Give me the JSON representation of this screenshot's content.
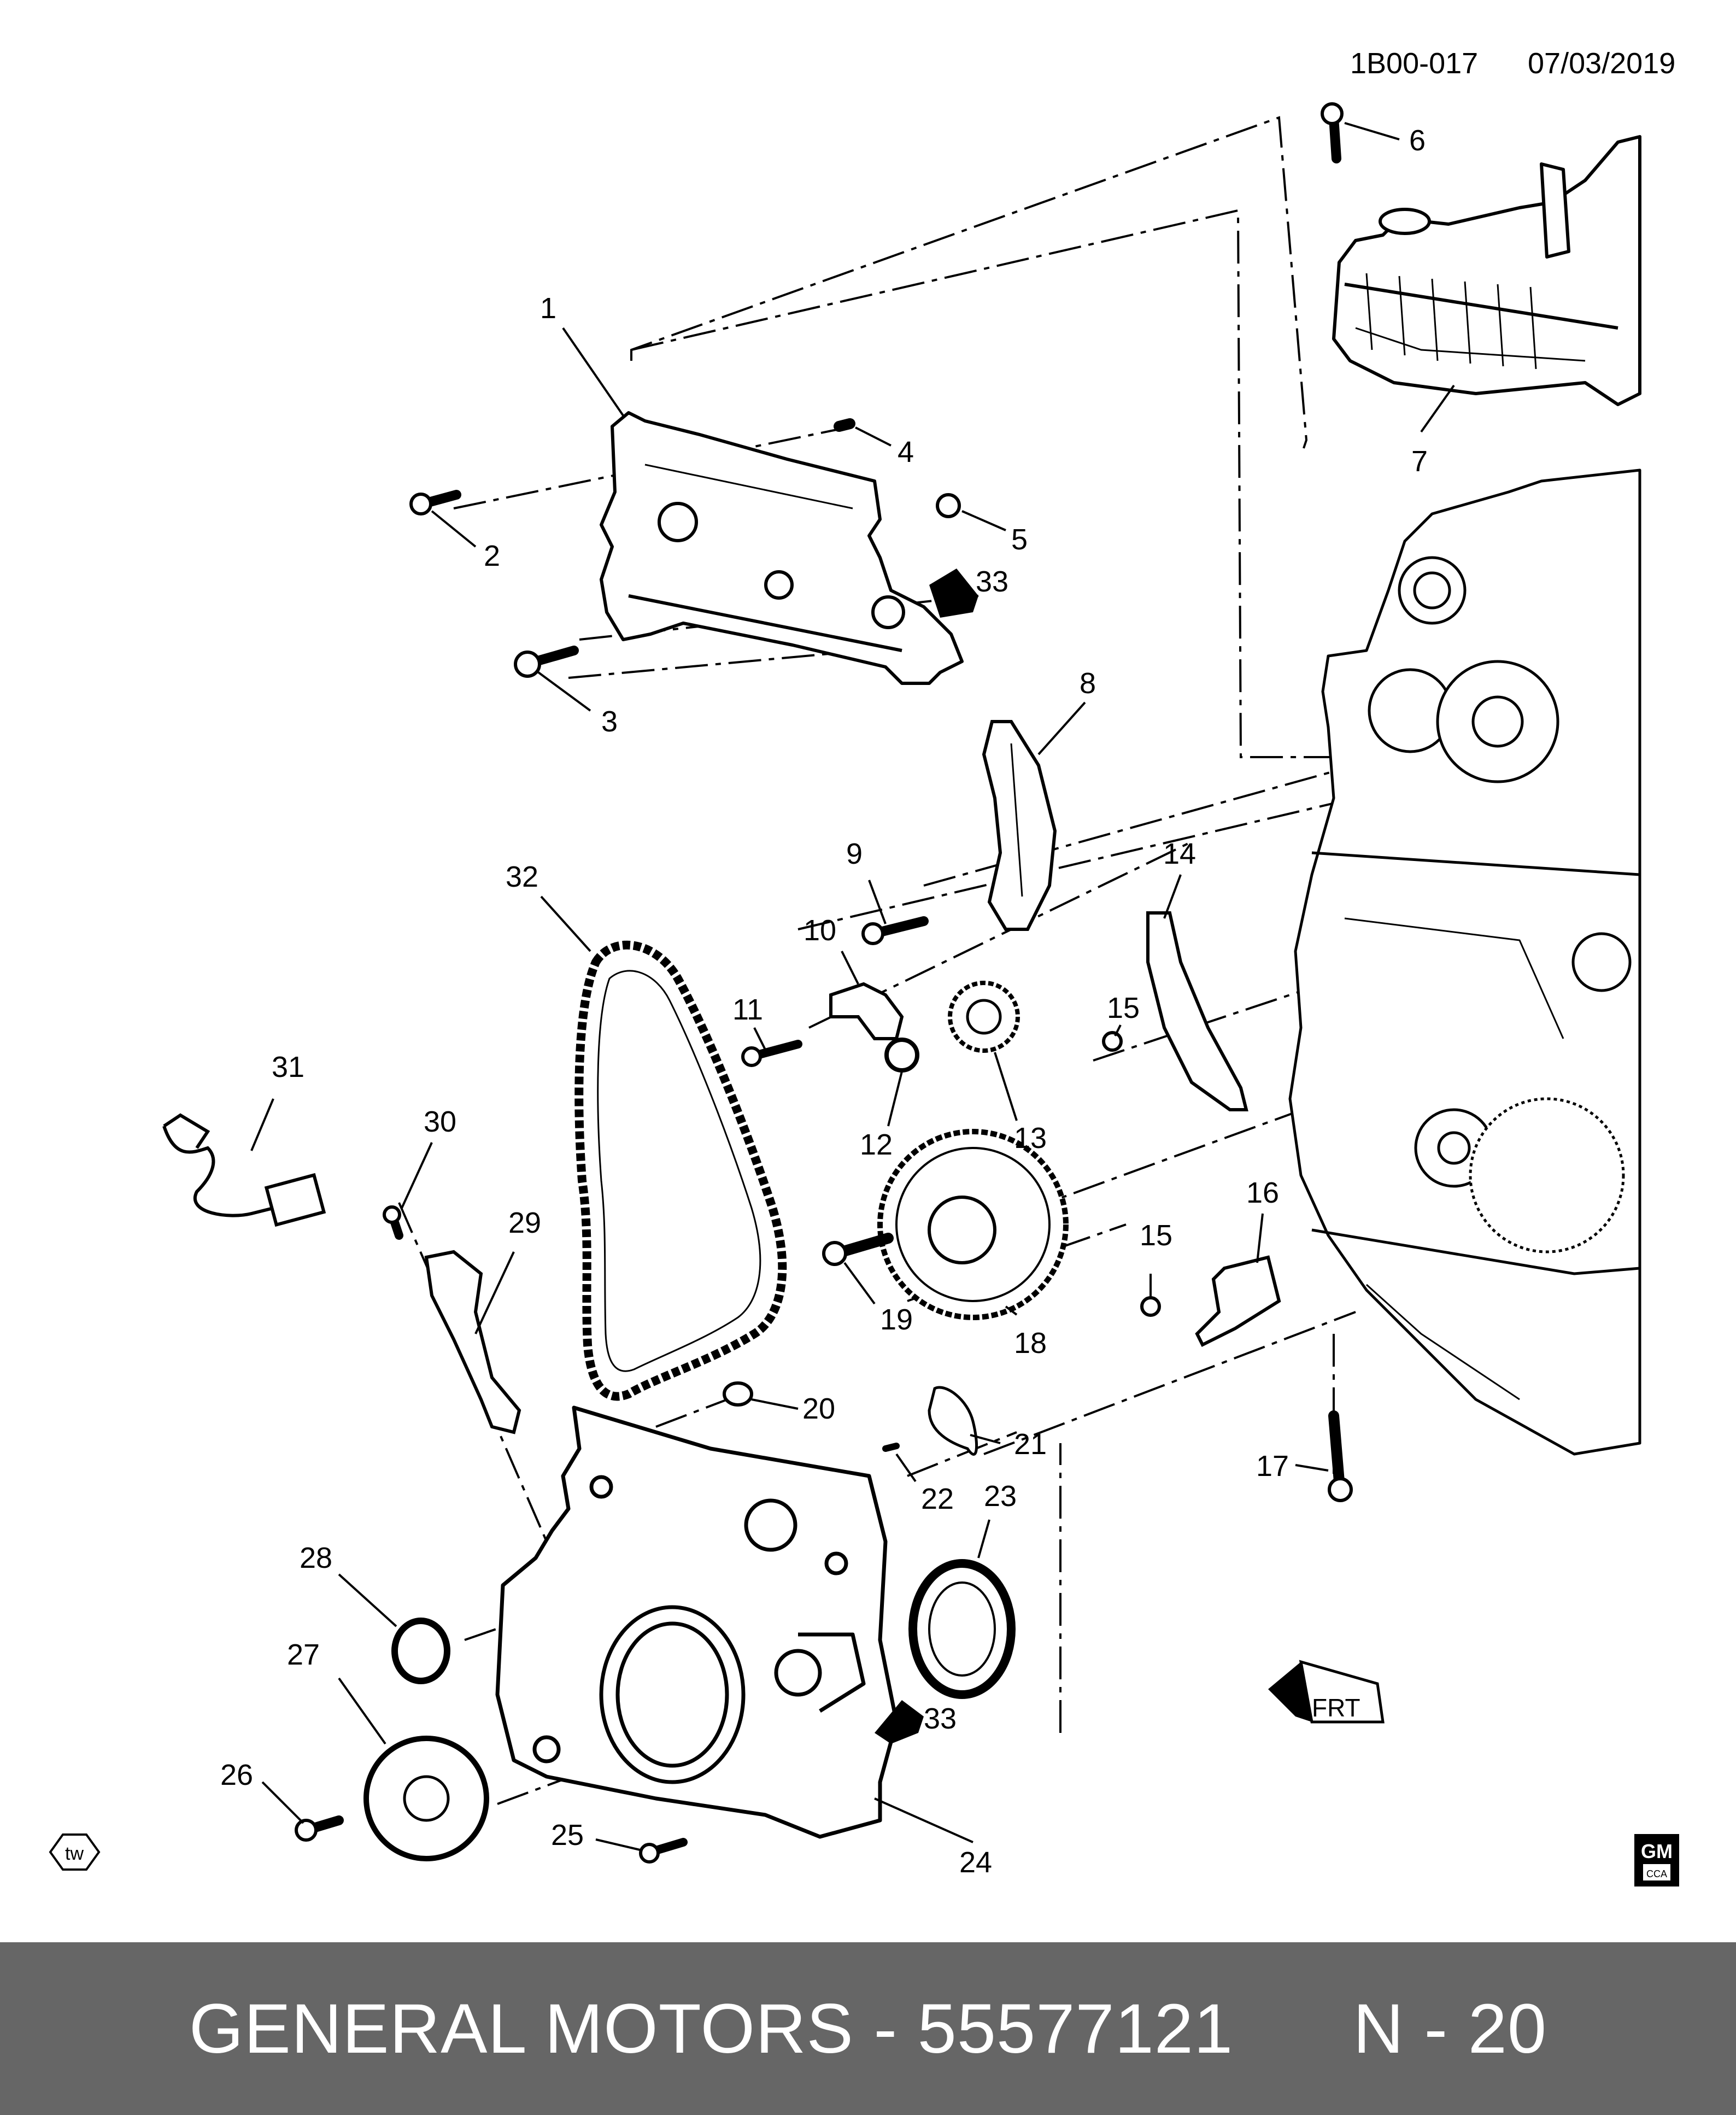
{
  "header": {
    "diagram_code": "1B00-017",
    "date": "07/03/2019"
  },
  "callouts": [
    "1",
    "2",
    "3",
    "4",
    "5",
    "6",
    "7",
    "8",
    "9",
    "10",
    "11",
    "12",
    "13",
    "14",
    "15",
    "15",
    "16",
    "17",
    "18",
    "19",
    "20",
    "21",
    "22",
    "23",
    "24",
    "25",
    "26",
    "27",
    "28",
    "29",
    "30",
    "31",
    "32",
    "33",
    "33"
  ],
  "view_arrow": {
    "text": "FRT",
    "icon": "front-direction-arrow-icon"
  },
  "badges": {
    "tw": "tw",
    "gm": "GM",
    "gm_sub": "CCA"
  },
  "footer": {
    "brand": "GENERAL MOTORS",
    "sep": " - ",
    "part_number": "55577121",
    "page_ref": "N - 20"
  }
}
